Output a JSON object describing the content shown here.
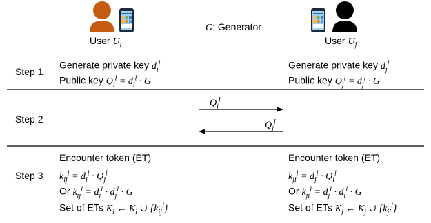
{
  "header": {
    "user_i": {
      "label_text": "User",
      "label_math": "U_i"
    },
    "user_j": {
      "label_text": "User",
      "label_math": "U_j"
    },
    "generator": "G: Generator"
  },
  "steps": [
    {
      "label": "Step 1",
      "left": [
        "Generate private key d_i^l",
        "Public key Q_i^l = d_i^l · G"
      ],
      "right": [
        "Generate private key d_j^l",
        "Public key Q_j^l = d_j^l · G"
      ]
    },
    {
      "label": "Step 2",
      "arrows": [
        "Q_i^l",
        "Q_j^l"
      ]
    },
    {
      "label": "Step 3",
      "left": [
        "Encounter token (ET)",
        "k_ij^l = d_i^l · Q_j^l",
        "Or k_ij^l = d_i^l · d_j^l · G",
        "Set of ETs K_i ← K_i ∪ {k_ij^l}"
      ],
      "right": [
        "Encounter token (ET)",
        "k_ji^l = d_j^l · Q_i^l",
        "Or k_ji^l = d_j^l · d_i^l · G",
        "Set of ETs K_j ← K_j ∪ {k_ji^l}"
      ]
    }
  ],
  "colors": {
    "user_i_icon": "#c55a11",
    "user_j_icon": "#000000",
    "divider": "#000000"
  },
  "icons": [
    "person-icon",
    "smartphone-icon"
  ]
}
